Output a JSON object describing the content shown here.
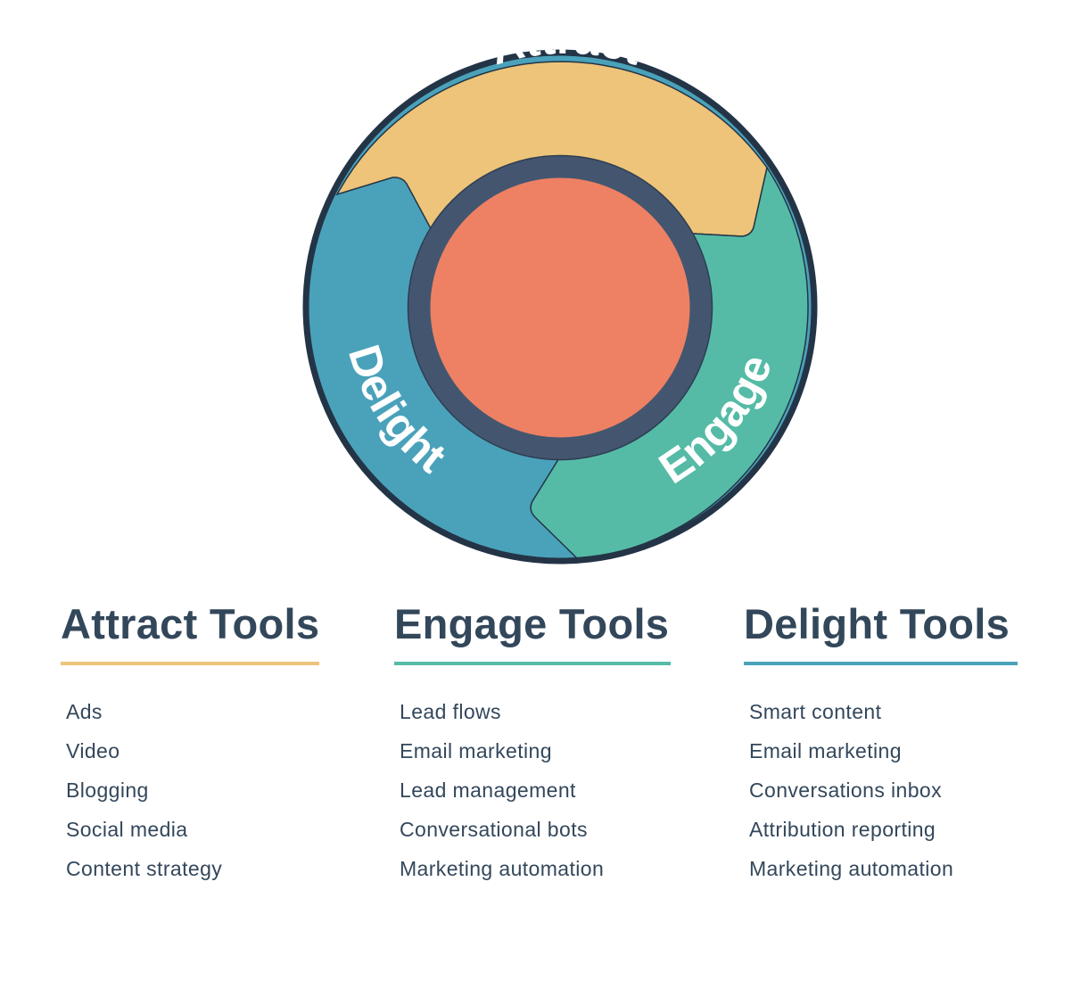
{
  "flywheel": {
    "stages": [
      {
        "label": "Attract",
        "color": "#edc479"
      },
      {
        "label": "Engage",
        "color": "#55bba6"
      },
      {
        "label": "Delight",
        "color": "#4aa2ba"
      }
    ],
    "center_color": "#ee8163",
    "ring_color": "#44566f",
    "outline_color": "#243447"
  },
  "columns": [
    {
      "title": "Attract Tools",
      "accent": "#edc479",
      "items": [
        "Ads",
        "Video",
        "Blogging",
        "Social media",
        "Content strategy"
      ]
    },
    {
      "title": "Engage Tools",
      "accent": "#55bba6",
      "items": [
        "Lead flows",
        "Email marketing",
        "Lead management",
        "Conversational bots",
        "Marketing automation"
      ]
    },
    {
      "title": "Delight Tools",
      "accent": "#4aa2ba",
      "items": [
        "Smart content",
        "Email marketing",
        "Conversations inbox",
        "Attribution reporting",
        "Marketing automation"
      ]
    }
  ]
}
